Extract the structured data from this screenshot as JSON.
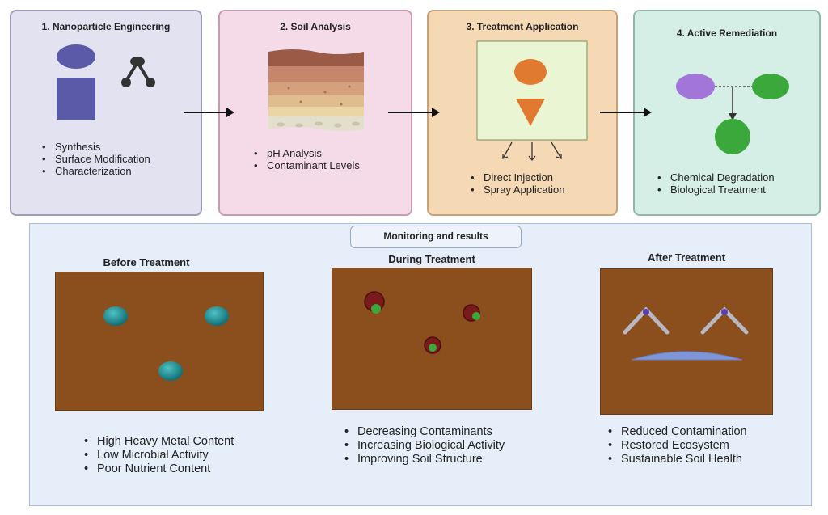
{
  "steps": [
    {
      "title": "1. Nanoparticle Engineering",
      "bullets": [
        "Synthesis",
        "Surface Modification",
        "Characterization"
      ]
    },
    {
      "title": "2. Soil Analysis",
      "bullets": [
        "pH Analysis",
        "Contaminant Levels"
      ]
    },
    {
      "title": "3. Treatment Application",
      "bullets": [
        "Direct Injection",
        "Spray Application"
      ]
    },
    {
      "title": "4. Active Remediation",
      "bullets": [
        "Chemical Degradation",
        "Biological Treatment"
      ]
    }
  ],
  "monitoring": {
    "label": "Monitoring and results",
    "stages": [
      {
        "title": "Before Treatment",
        "bullets": [
          "High Heavy Metal Content",
          "Low Microbial Activity",
          "Poor Nutrient Content"
        ]
      },
      {
        "title": "During Treatment",
        "bullets": [
          "Decreasing Contaminants",
          "Increasing Biological Activity",
          "Improving Soil Structure"
        ]
      },
      {
        "title": "After Treatment",
        "bullets": [
          "Reduced Contamination",
          "Restored Ecosystem",
          "Sustainable Soil Health"
        ]
      }
    ]
  },
  "colors": {
    "soil": "#8b4e1d",
    "nanoparticle": "#5a5aa8",
    "metal_particle": "#1e8a8f",
    "treatment_shape": "#e07a30",
    "microbe_purple": "#a276d9",
    "microbe_green": "#3aa83a"
  }
}
